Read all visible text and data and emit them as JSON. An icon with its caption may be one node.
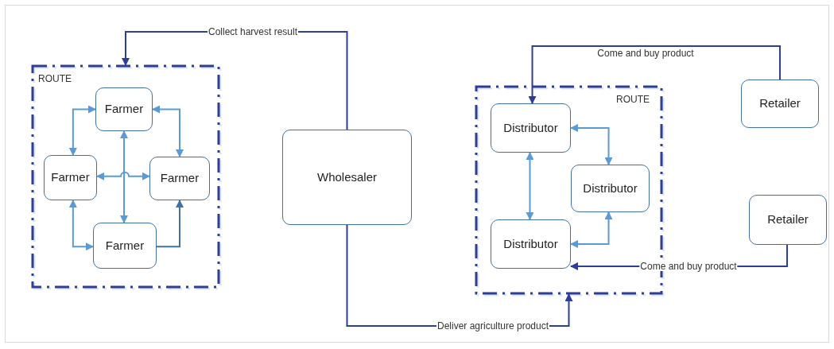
{
  "diagram": {
    "nodes": [
      {
        "text": [
          "ROUTE"
        ]
      },
      {
        "text": [
          "Farmer"
        ],
        "in": 0
      },
      {
        "text": [
          "Farmer"
        ],
        "in": 0
      },
      {
        "text": [
          "Farmer"
        ],
        "in": 0
      },
      {
        "text": [
          "Farmer"
        ],
        "in": 0
      },
      {
        "text": [
          "Wholesaler"
        ]
      },
      {
        "text": [
          "ROUTE"
        ]
      },
      {
        "text": [
          "Distributor"
        ],
        "in": 6
      },
      {
        "text": [
          "Distributor"
        ],
        "in": 6
      },
      {
        "text": [
          "Distributor"
        ],
        "in": 6
      },
      {
        "text": [
          "Retailer"
        ]
      },
      {
        "text": [
          "Retailer"
        ]
      }
    ],
    "edges": [
      {
        "from": 5,
        "to": 0,
        "arrow": "to",
        "label": "Collect harvest result",
        "color": "#2e3d98"
      },
      {
        "from": 5,
        "to": 6,
        "arrow": "to",
        "label": "Deliver agriculture product",
        "color": "#2e3d98"
      },
      {
        "from": 10,
        "to": 7,
        "arrow": "to",
        "label": "Come and buy product",
        "color": "#2e3d98"
      },
      {
        "from": 11,
        "to": 9,
        "arrow": "to",
        "label": "Come and buy product",
        "color": "#2e3d98"
      },
      {
        "from": 1,
        "to": 2,
        "arrow": "both"
      },
      {
        "from": 1,
        "to": 3,
        "arrow": "both"
      },
      {
        "from": 1,
        "to": 4,
        "arrow": "both"
      },
      {
        "from": 2,
        "to": 3,
        "arrow": "both"
      },
      {
        "from": 2,
        "to": 4,
        "arrow": "both"
      },
      {
        "from": 4,
        "to": 3,
        "arrow": "to",
        "color": "#41719c"
      },
      {
        "from": 7,
        "to": 8,
        "arrow": "both"
      },
      {
        "from": 7,
        "to": 9,
        "arrow": "both"
      },
      {
        "from": 9,
        "to": 8,
        "arrow": "both"
      }
    ]
  }
}
